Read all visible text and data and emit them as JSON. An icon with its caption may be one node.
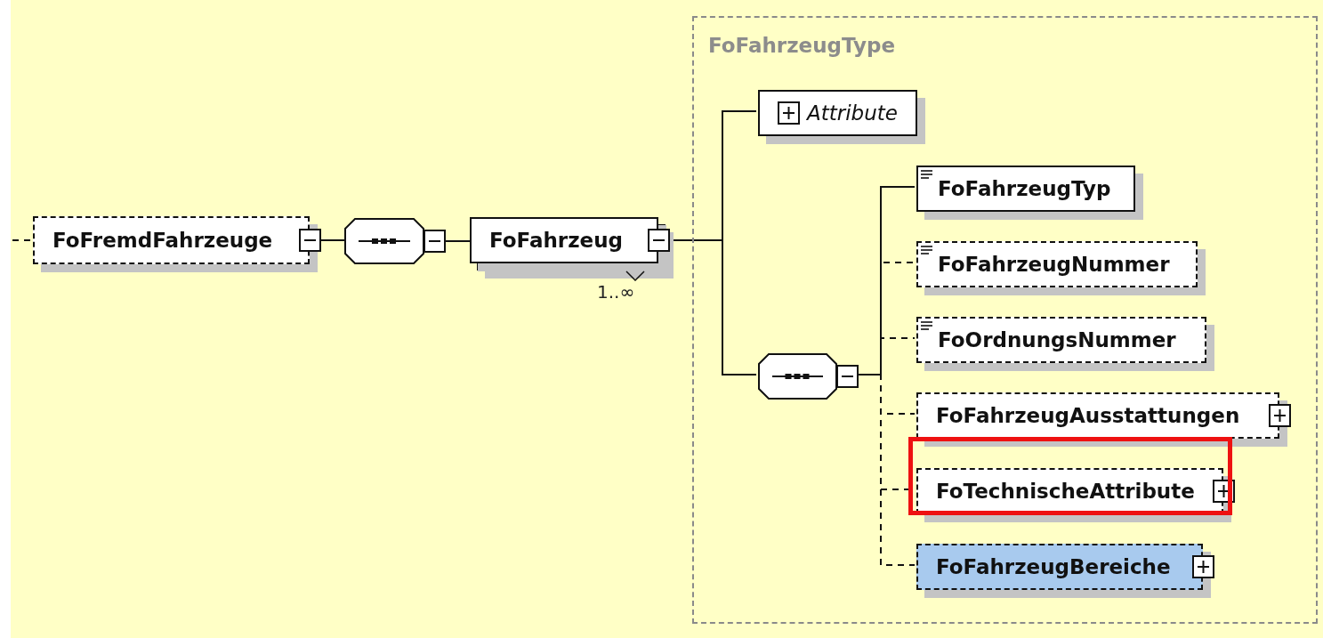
{
  "diagram": {
    "nodes": [
      {
        "text": [
          "FoFremdFahrzeuge"
        ]
      },
      {
        "text": [],
        "shape": "octagon"
      },
      {
        "text": [
          "FoFahrzeug"
        ],
        "beside": [
          "1..∞"
        ]
      },
      {
        "text": [
          "FoFahrzeugType"
        ]
      },
      {
        "text": [
          "Attribute"
        ],
        "in": 3
      },
      {
        "text": [],
        "shape": "octagon",
        "in": 3
      },
      {
        "text": [
          "FoFahrzeugTyp"
        ],
        "in": 3
      },
      {
        "text": [
          "FoFahrzeugNummer"
        ],
        "in": 3
      },
      {
        "text": [
          "FoOrdnungsNummer"
        ],
        "in": 3
      },
      {
        "text": [
          "FoFahrzeugAusstattungen"
        ],
        "in": 3
      },
      {
        "text": [
          "FoTechnischeAttribute"
        ],
        "in": 3
      },
      {
        "text": [
          "FoFahrzeugBereiche"
        ],
        "in": 3
      }
    ],
    "edges": [
      {
        "from": null,
        "to": 0,
        "arrow": "none",
        "style": "dashed"
      },
      {
        "from": 0,
        "to": 1,
        "arrow": "none"
      },
      {
        "from": 1,
        "to": 2,
        "arrow": "none"
      },
      {
        "from": 2,
        "to": 4,
        "arrow": "none"
      },
      {
        "from": 2,
        "to": 5,
        "arrow": "none"
      },
      {
        "from": 5,
        "to": 6,
        "arrow": "none"
      },
      {
        "from": 5,
        "to": 7,
        "arrow": "none",
        "style": "dashed"
      },
      {
        "from": 5,
        "to": 8,
        "arrow": "none",
        "style": "dashed"
      },
      {
        "from": 5,
        "to": 9,
        "arrow": "none",
        "style": "dashed"
      },
      {
        "from": 5,
        "to": 10,
        "arrow": "none",
        "style": "dashed"
      },
      {
        "from": 5,
        "to": 11,
        "arrow": "none",
        "style": "dashed"
      }
    ]
  }
}
